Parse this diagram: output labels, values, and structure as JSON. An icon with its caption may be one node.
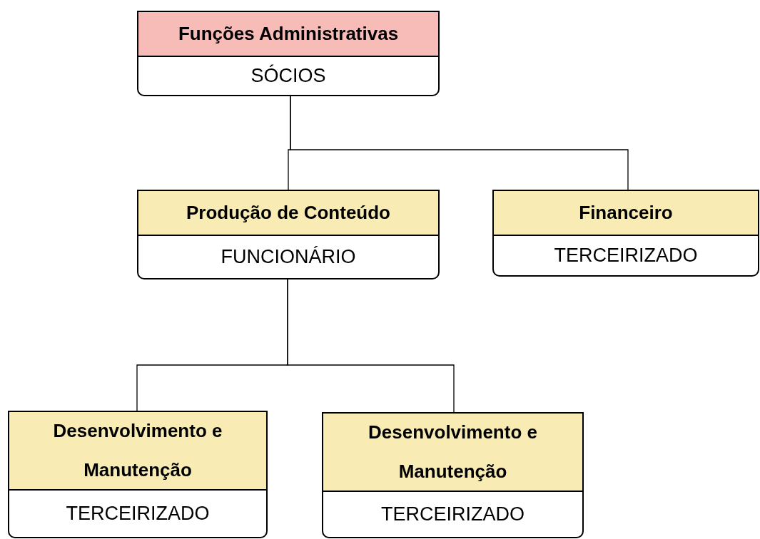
{
  "diagram": {
    "nodes": [
      {
        "text": [
          "Funções Administrativas",
          "SÓCIOS"
        ]
      },
      {
        "text": [
          "Produção de Conteúdo",
          "FUNCIONÁRIO"
        ]
      },
      {
        "text": [
          "Financeiro",
          "TERCEIRIZADO"
        ]
      },
      {
        "text": [
          "Desenvolvimento e Manutenção",
          "TERCEIRIZADO"
        ]
      },
      {
        "text": [
          "Desenvolvimento e Manutenção",
          "TERCEIRIZADO"
        ]
      }
    ],
    "edges": [
      {
        "from": 0,
        "to": 1,
        "arrow": "none"
      },
      {
        "from": 0,
        "to": 2,
        "arrow": "none"
      },
      {
        "from": 1,
        "to": 3,
        "arrow": "none"
      },
      {
        "from": 1,
        "to": 4,
        "arrow": "none"
      }
    ]
  }
}
